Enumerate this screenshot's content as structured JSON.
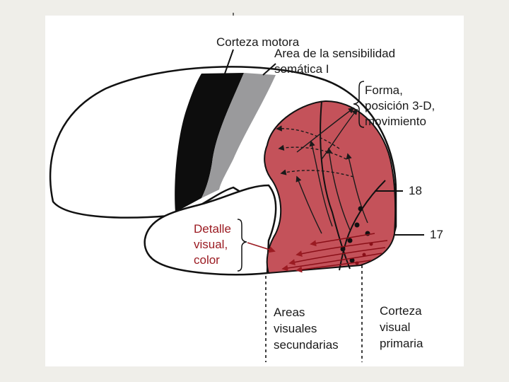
{
  "labels": {
    "motor_cortex": "Corteza motora",
    "somatic_area_line1": "Area de la sensibilidad",
    "somatic_area_line2": "somática I",
    "form_line1": "Forma,",
    "form_line2": "posición 3-D,",
    "form_line3": "movimiento",
    "area_18": "18",
    "area_17": "17",
    "detail_line1": "Detalle",
    "detail_line2": "visual,",
    "detail_line3": "color",
    "secondary_line1": "Areas",
    "secondary_line2": "visuales",
    "secondary_line3": "secundarias",
    "primary_line1": "Corteza",
    "primary_line2": "visual",
    "primary_line3": "primaria"
  },
  "colors": {
    "background": "#efeee9",
    "visual_cortex": "#c4525a",
    "motor_cortex": "#0d0d0d",
    "somatic_area": "#9a9a9c",
    "red_text": "#9b1b22"
  }
}
